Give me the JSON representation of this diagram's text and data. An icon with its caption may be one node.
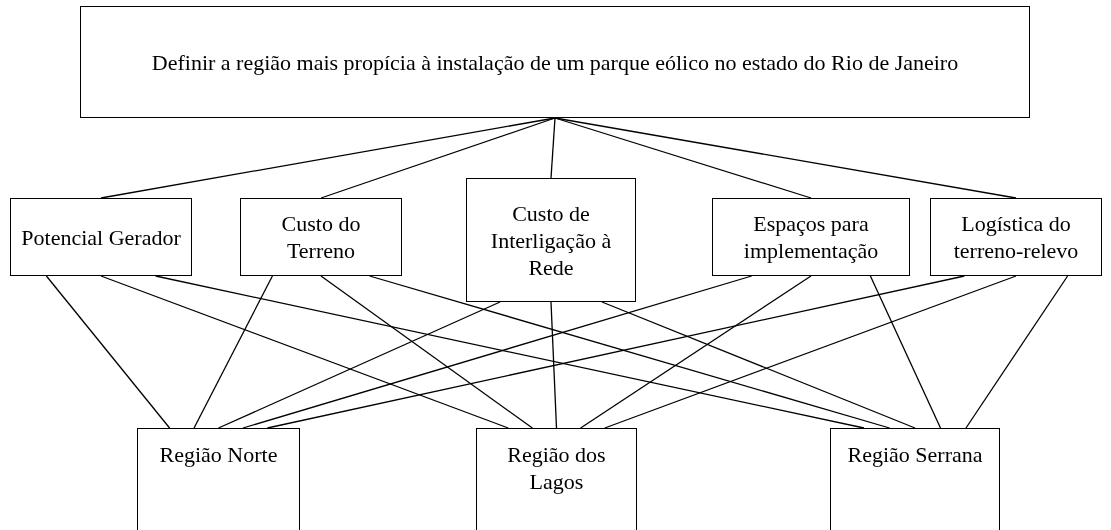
{
  "diagram": {
    "nodes": [
      {
        "text": [
          "Definir a região mais propícia à instalação de um parque eólico no estado do Rio de Janeiro"
        ]
      },
      {
        "text": [
          "Potencial Gerador"
        ]
      },
      {
        "text": [
          "Custo do Terreno"
        ]
      },
      {
        "text": [
          "Custo de Interligação à Rede"
        ]
      },
      {
        "text": [
          "Espaços para implementação"
        ]
      },
      {
        "text": [
          "Logística do terreno-relevo"
        ]
      },
      {
        "text": [
          "Região Norte"
        ]
      },
      {
        "text": [
          "Região dos Lagos"
        ]
      },
      {
        "text": [
          "Região Serrana"
        ]
      }
    ],
    "edges": [
      {
        "from": 0,
        "to": 1,
        "arrow": "none"
      },
      {
        "from": 0,
        "to": 2,
        "arrow": "none"
      },
      {
        "from": 0,
        "to": 3,
        "arrow": "none"
      },
      {
        "from": 0,
        "to": 4,
        "arrow": "none"
      },
      {
        "from": 0,
        "to": 5,
        "arrow": "none"
      },
      {
        "from": 1,
        "to": 6,
        "arrow": "none"
      },
      {
        "from": 1,
        "to": 7,
        "arrow": "none"
      },
      {
        "from": 1,
        "to": 8,
        "arrow": "none"
      },
      {
        "from": 2,
        "to": 6,
        "arrow": "none"
      },
      {
        "from": 2,
        "to": 7,
        "arrow": "none"
      },
      {
        "from": 2,
        "to": 8,
        "arrow": "none"
      },
      {
        "from": 3,
        "to": 6,
        "arrow": "none"
      },
      {
        "from": 3,
        "to": 7,
        "arrow": "none"
      },
      {
        "from": 3,
        "to": 8,
        "arrow": "none"
      },
      {
        "from": 4,
        "to": 6,
        "arrow": "none"
      },
      {
        "from": 4,
        "to": 7,
        "arrow": "none"
      },
      {
        "from": 4,
        "to": 8,
        "arrow": "none"
      },
      {
        "from": 5,
        "to": 6,
        "arrow": "none"
      },
      {
        "from": 5,
        "to": 7,
        "arrow": "none"
      },
      {
        "from": 5,
        "to": 8,
        "arrow": "none"
      }
    ]
  }
}
